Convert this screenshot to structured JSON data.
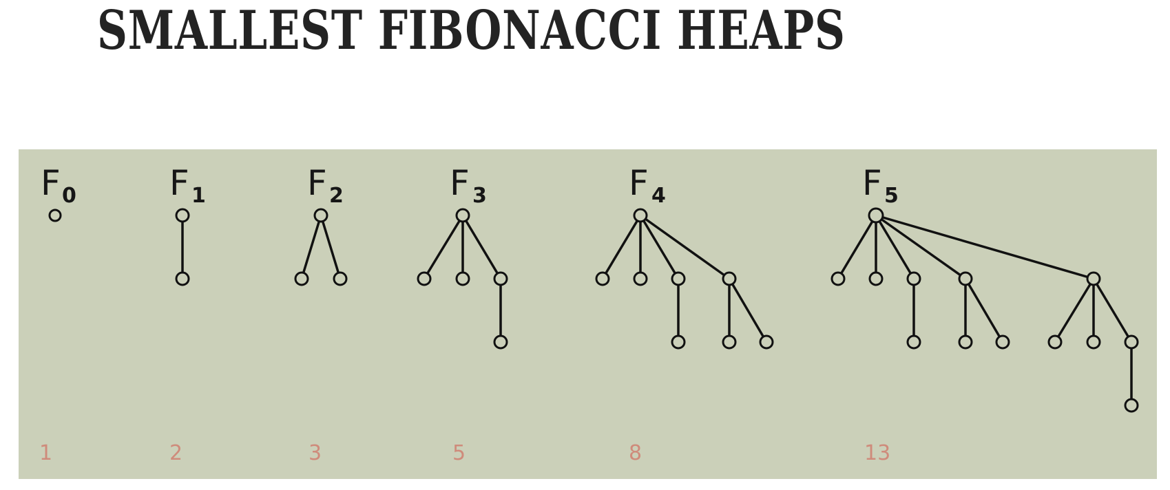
{
  "slide": {
    "title": "SMALLEST FIBONACCI HEAPS"
  },
  "heaps": [
    {
      "letter": "F",
      "index": "0",
      "node_count": "1"
    },
    {
      "letter": "F",
      "index": "1",
      "node_count": "2"
    },
    {
      "letter": "F",
      "index": "2",
      "node_count": "3"
    },
    {
      "letter": "F",
      "index": "3",
      "node_count": "5"
    },
    {
      "letter": "F",
      "index": "4",
      "node_count": "8"
    },
    {
      "letter": "F",
      "index": "5",
      "node_count": "13"
    }
  ],
  "colors": {
    "panel_background": "#cbd0b9",
    "node_count_text": "#cf8b7b",
    "line": "#111111"
  }
}
